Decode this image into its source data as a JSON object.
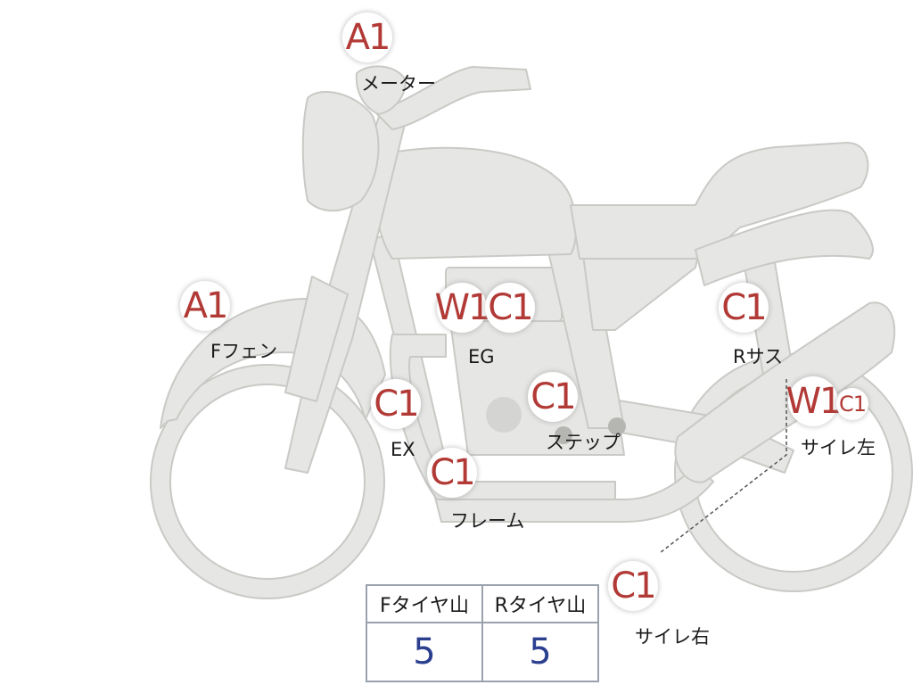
{
  "markers": {
    "meter": {
      "grade": "A1",
      "label": "メーター"
    },
    "front_fender": {
      "grade": "A1",
      "label": "Fフェン"
    },
    "engine": {
      "grades": [
        "W1",
        "C1"
      ],
      "label": "EG"
    },
    "rear_suspension": {
      "grade": "C1",
      "label": "Rサス"
    },
    "exhaust": {
      "grade": "C1",
      "label": "EX"
    },
    "step": {
      "grade": "C1",
      "label": "ステップ"
    },
    "frame": {
      "grade": "C1",
      "label": "フレーム"
    },
    "muffler_left": {
      "grades": [
        "W1",
        "C1"
      ],
      "label": "サイレ左"
    },
    "muffler_right": {
      "grade": "C1",
      "label": "サイレ右"
    }
  },
  "tire_table": {
    "headers": [
      "Fタイヤ山",
      "Rタイヤ山"
    ],
    "values": [
      "5",
      "5"
    ]
  },
  "colors": {
    "bike_fill": "#e6e6e4",
    "bike_stroke": "#c9c9c6",
    "grade_text": "#b23a36",
    "table_value": "#2b3f8f",
    "table_border": "#9aa3ad"
  }
}
